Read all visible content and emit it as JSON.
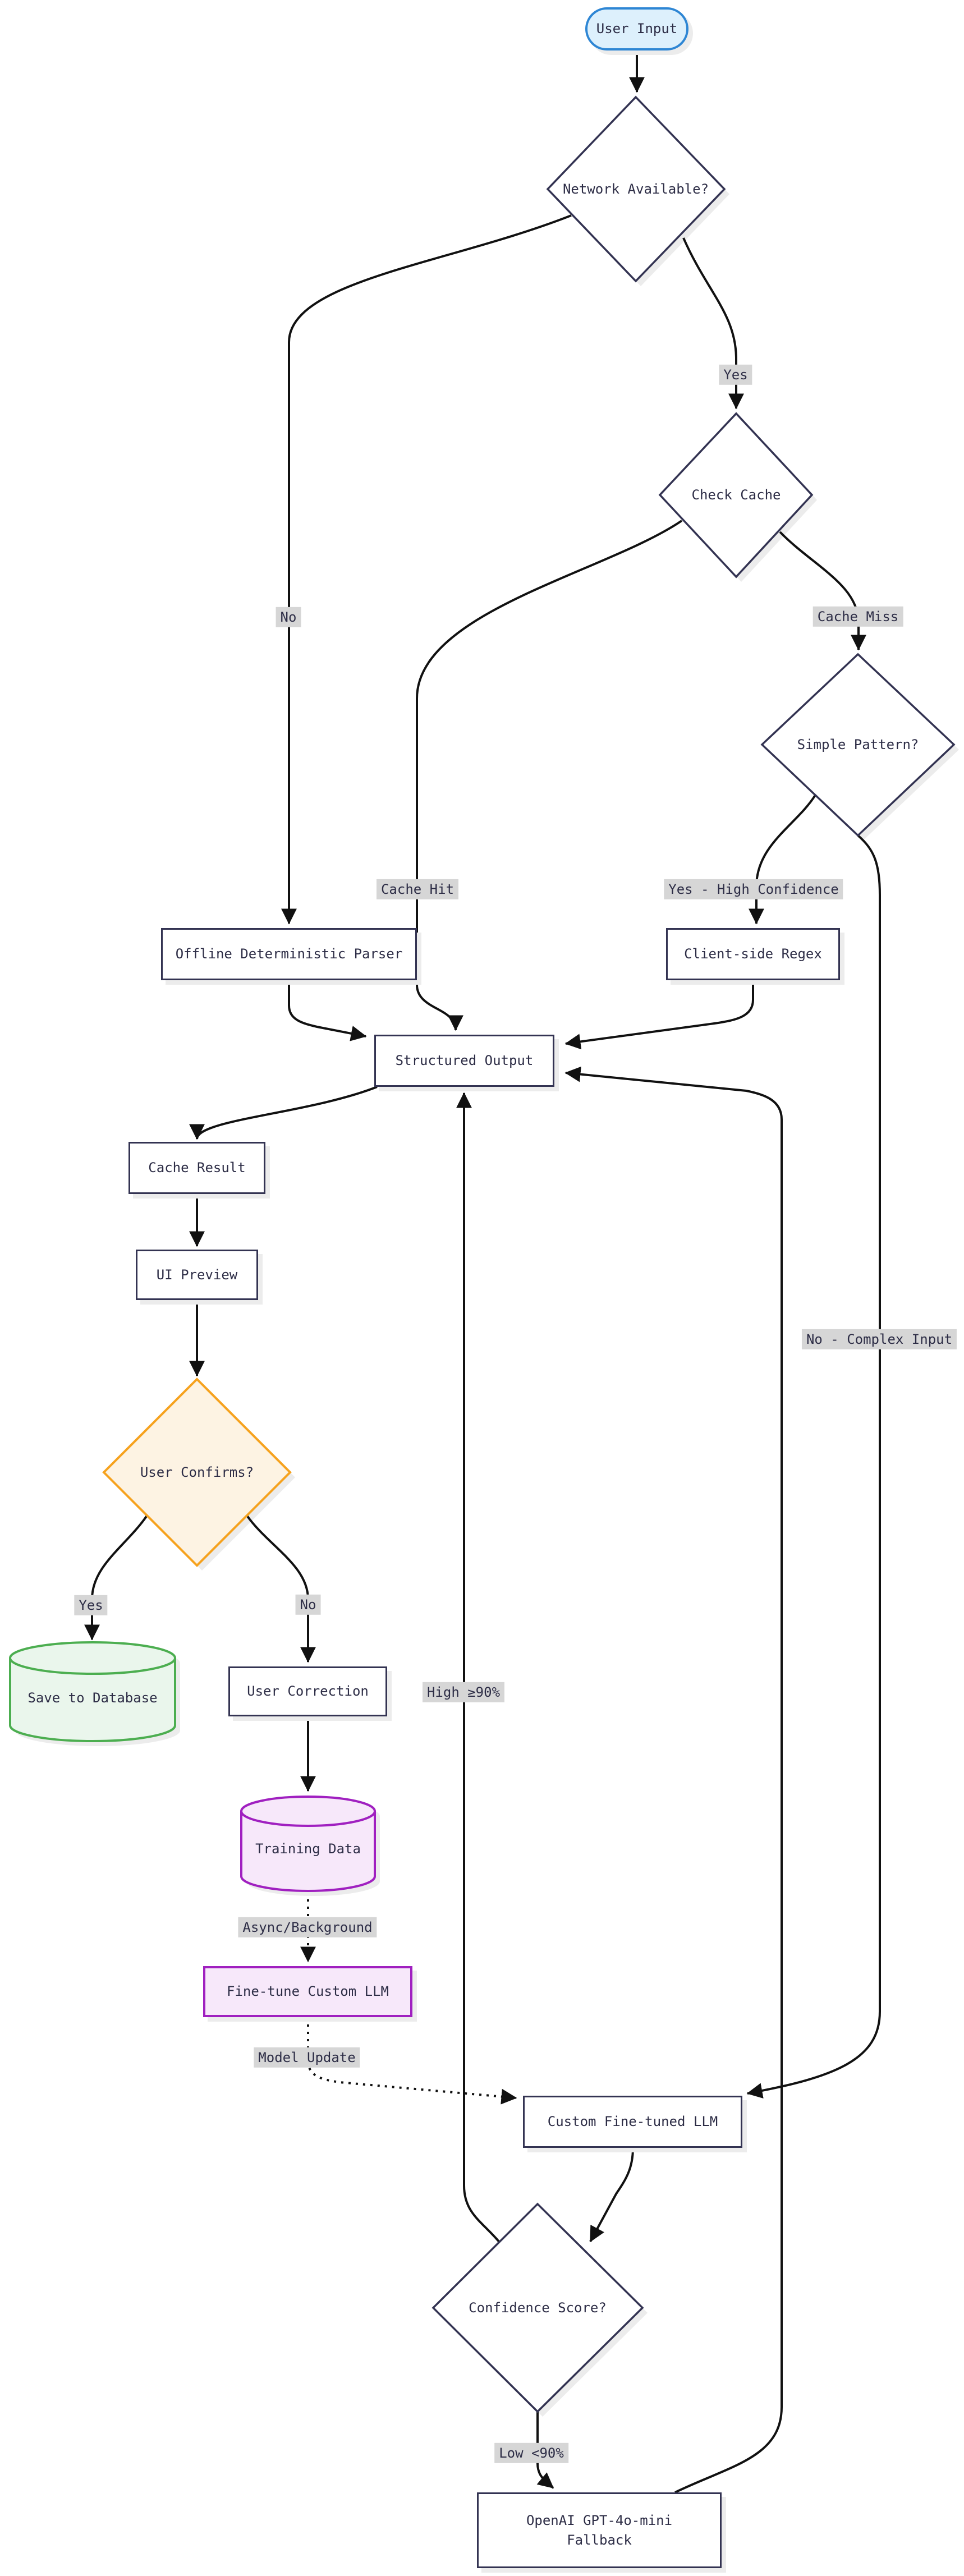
{
  "nodes": {
    "user_input": {
      "label": "User Input",
      "shape": "stadium"
    },
    "network_available": {
      "label": "Network Available?",
      "shape": "diamond"
    },
    "check_cache": {
      "label": "Check Cache",
      "shape": "diamond"
    },
    "simple_pattern": {
      "label": "Simple Pattern?",
      "shape": "diamond"
    },
    "offline_parser": {
      "label": "Offline Deterministic Parser",
      "shape": "rect"
    },
    "client_regex": {
      "label": "Client-side Regex",
      "shape": "rect"
    },
    "structured_output": {
      "label": "Structured Output",
      "shape": "rect"
    },
    "cache_result": {
      "label": "Cache Result",
      "shape": "rect"
    },
    "ui_preview": {
      "label": "UI Preview",
      "shape": "rect"
    },
    "user_confirms": {
      "label": "User Confirms?",
      "shape": "diamond"
    },
    "save_to_database": {
      "label": "Save to Database",
      "shape": "cylinder"
    },
    "user_correction": {
      "label": "User Correction",
      "shape": "rect"
    },
    "training_data": {
      "label": "Training Data",
      "shape": "cylinder"
    },
    "fine_tune": {
      "label": "Fine-tune Custom LLM",
      "shape": "rect"
    },
    "custom_llm": {
      "label": "Custom Fine-tuned LLM",
      "shape": "rect"
    },
    "confidence_score": {
      "label": "Confidence Score?",
      "shape": "diamond"
    },
    "openai_fallback": {
      "label_line1": "OpenAI GPT-4o-mini",
      "label_line2": "Fallback",
      "shape": "rect"
    }
  },
  "edge_labels": {
    "network_yes": "Yes",
    "network_no": "No",
    "cache_miss": "Cache Miss",
    "cache_hit": "Cache Hit",
    "pattern_yes": "Yes - High Confidence",
    "pattern_no": "No - Complex Input",
    "confirm_yes": "Yes",
    "confirm_no": "No",
    "high_confidence": "High ≥90%",
    "async_background": "Async/Background",
    "model_update": "Model Update",
    "low_confidence": "Low <90%"
  },
  "colors": {
    "edge": "#111111",
    "text": "#2d2d46",
    "border": "#333352",
    "node_fill": "#ffffff",
    "label_bg": "#d6d6d6",
    "shadow": "#ececec",
    "blue_border": "#2e86d4",
    "blue_fill": "#ddf0fc",
    "orange_border": "#f6a21e",
    "orange_fill": "#fdf3e3",
    "green_border": "#4cae50",
    "green_fill": "#eaf6ec",
    "purple_border": "#a020c0",
    "purple_fill": "#f7e8fa"
  }
}
